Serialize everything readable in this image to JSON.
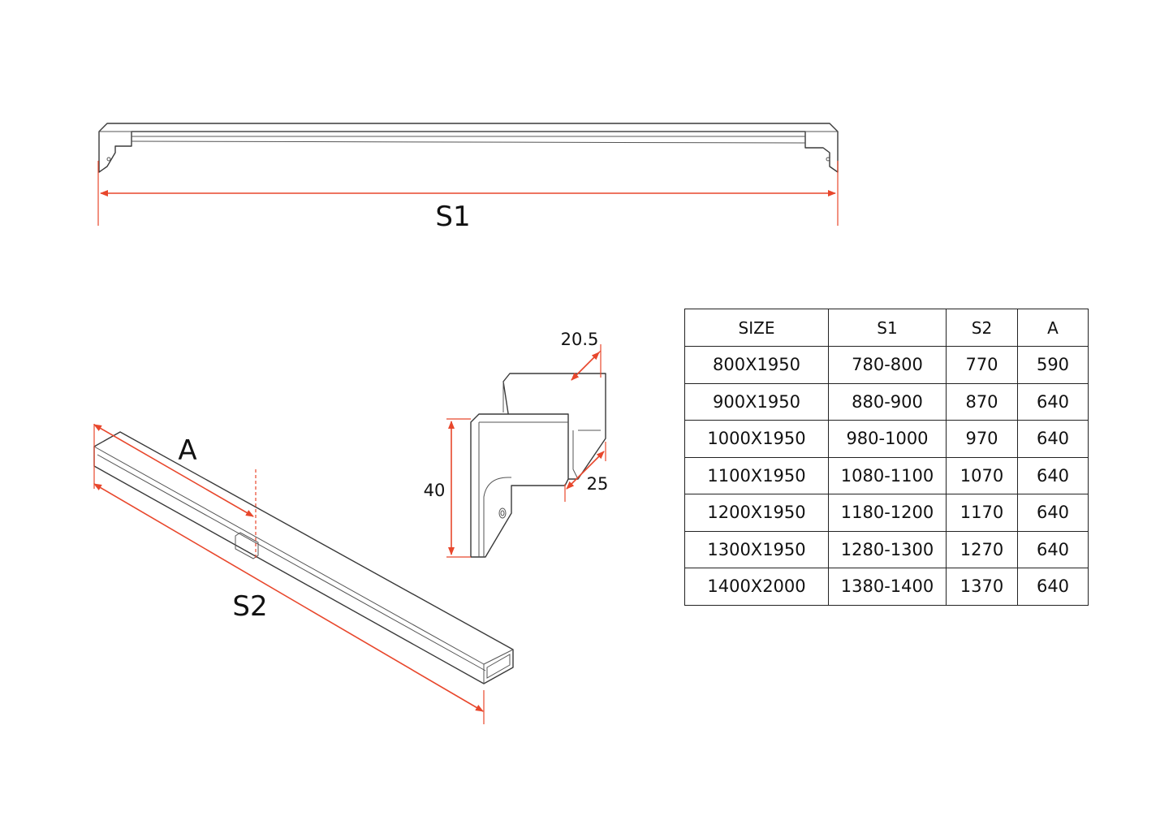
{
  "labels": {
    "s1": "S1",
    "s2": "S2",
    "a": "A",
    "dim_width": "20.5",
    "dim_height": "40",
    "dim_depth": "25"
  },
  "table": {
    "headers": [
      "SIZE",
      "S1",
      "S2",
      "A"
    ],
    "rows": [
      [
        "800X1950",
        "780-800",
        "770",
        "590"
      ],
      [
        "900X1950",
        "880-900",
        "870",
        "640"
      ],
      [
        "1000X1950",
        "980-1000",
        "970",
        "640"
      ],
      [
        "1100X1950",
        "1080-1100",
        "1070",
        "640"
      ],
      [
        "1200X1950",
        "1180-1200",
        "1170",
        "640"
      ],
      [
        "1300X1950",
        "1280-1300",
        "1270",
        "640"
      ],
      [
        "1400X2000",
        "1380-1400",
        "1370",
        "640"
      ]
    ]
  },
  "colors": {
    "dimension_line": "#e8472c",
    "part_outline": "#3a3a3a"
  }
}
